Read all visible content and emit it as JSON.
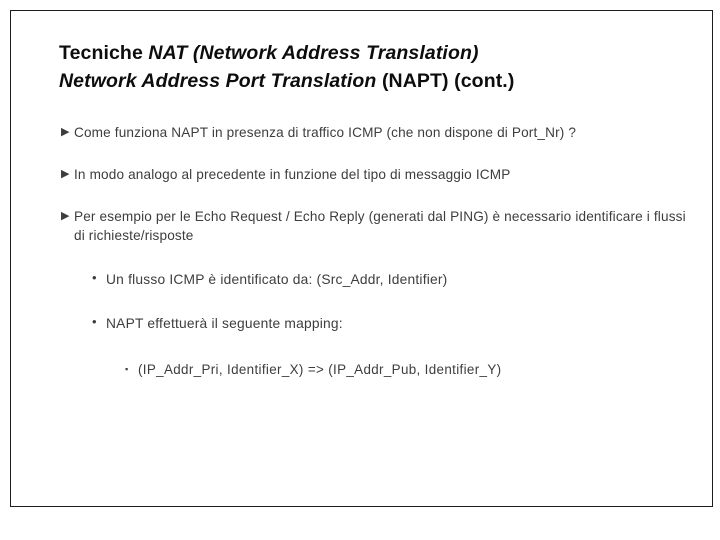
{
  "slide": {
    "title": {
      "line1_plain": "Tecniche ",
      "line1_italic": "NAT (Network Address Translation)",
      "line2_italic": "Network Address Port Translation",
      "line2_plain": " (NAPT) (cont.)"
    },
    "bullets": {
      "marks": {
        "level1": "▶",
        "level2": "•",
        "level3": "▪"
      },
      "items": [
        {
          "level": 1,
          "text": "Come funziona NAPT in presenza di traffico ICMP (che non dispone di Port_Nr) ?"
        },
        {
          "level": 1,
          "text": "In modo analogo al precedente in funzione del tipo di messaggio ICMP"
        },
        {
          "level": 1,
          "text": "Per esempio per le Echo Request / Echo Reply (generati dal PING) è necessario identificare i flussi di richieste/risposte"
        },
        {
          "level": 2,
          "text": "Un flusso ICMP è identificato da: (Src_Addr, Identifier)"
        },
        {
          "level": 2,
          "text": "NAPT effettuerà il seguente mapping:"
        },
        {
          "level": 3,
          "text": "(IP_Addr_Pri, Identifier_X) => (IP_Addr_Pub, Identifier_Y)"
        }
      ]
    },
    "colors": {
      "border": "#1c1c1c",
      "title_text": "#0d0d0d",
      "body_text": "#3d3d3d",
      "background": "#ffffff"
    }
  }
}
